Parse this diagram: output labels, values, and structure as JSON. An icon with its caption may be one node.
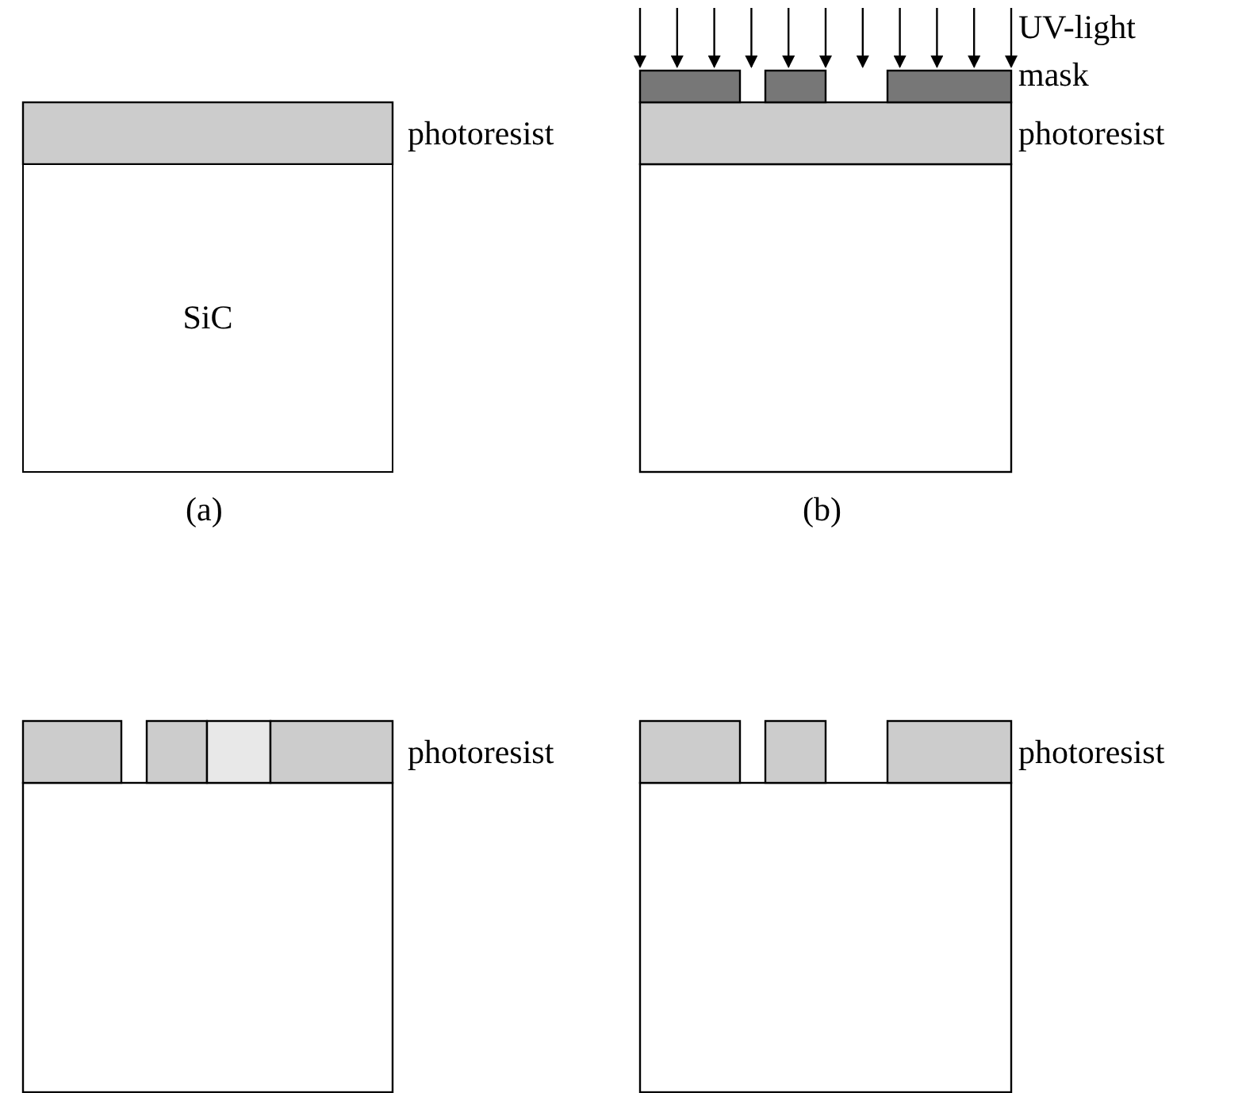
{
  "diagram": {
    "nodes": [
      {
        "text": [
          "SiC"
        ]
      }
    ],
    "labels": [
      "UV-light",
      "mask",
      "photoresist",
      "photoresist",
      "(a)",
      "(b)",
      "photoresist",
      "photoresist"
    ]
  }
}
